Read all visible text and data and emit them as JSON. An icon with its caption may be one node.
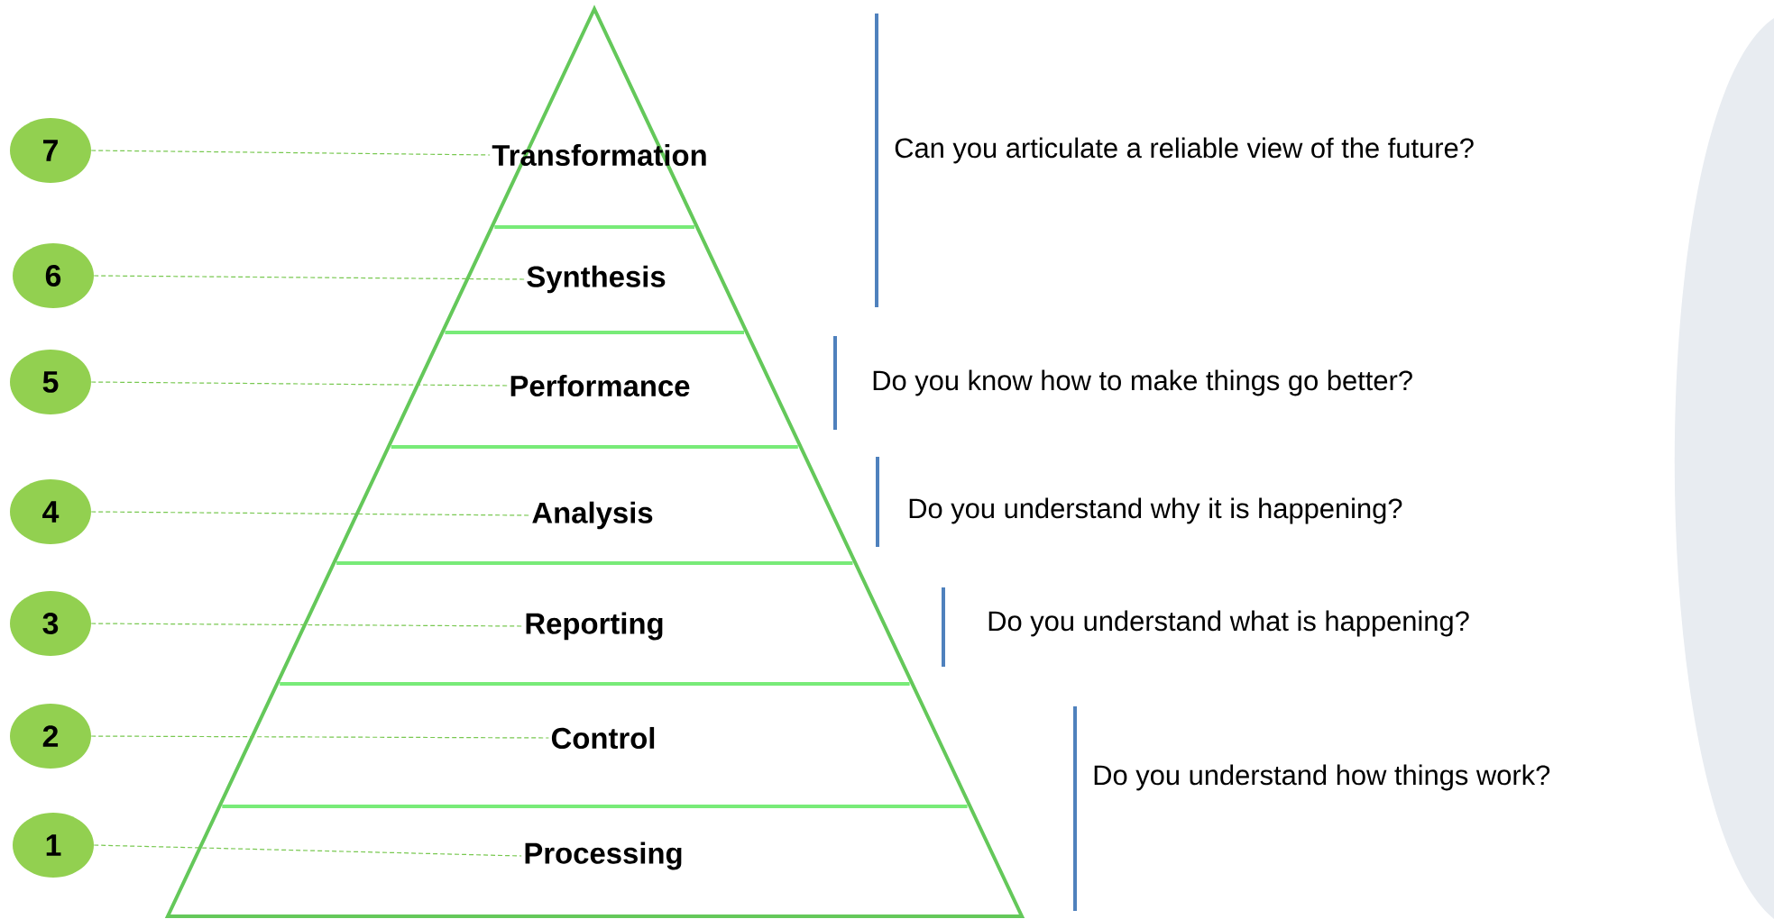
{
  "diagram": {
    "nodes": [
      {
        "text": [
          "7"
        ]
      },
      {
        "text": [
          "Transformation"
        ]
      },
      {
        "text": [
          "6"
        ]
      },
      {
        "text": [
          "Synthesis"
        ]
      },
      {
        "text": [
          "5"
        ]
      },
      {
        "text": [
          "Performance"
        ]
      },
      {
        "text": [
          "4"
        ]
      },
      {
        "text": [
          "Analysis"
        ]
      },
      {
        "text": [
          "3"
        ]
      },
      {
        "text": [
          "Reporting"
        ]
      },
      {
        "text": [
          "2"
        ]
      },
      {
        "text": [
          "Control"
        ]
      },
      {
        "text": [
          "1"
        ]
      },
      {
        "text": [
          "Processing"
        ]
      }
    ],
    "edges": [
      {
        "from": 0,
        "to": 1,
        "arrow": "none",
        "style": "dashed"
      },
      {
        "from": 2,
        "to": 3,
        "arrow": "none",
        "style": "dashed"
      },
      {
        "from": 4,
        "to": 5,
        "arrow": "none",
        "style": "dashed"
      },
      {
        "from": 6,
        "to": 7,
        "arrow": "none",
        "style": "dashed"
      },
      {
        "from": 8,
        "to": 9,
        "arrow": "none",
        "style": "dashed"
      },
      {
        "from": 10,
        "to": 11,
        "arrow": "none",
        "style": "dashed"
      },
      {
        "from": 12,
        "to": 13,
        "arrow": "none",
        "style": "dashed"
      }
    ],
    "labels": [
      "Can you articulate a reliable view of the future?",
      "Do you know how to make things go better?",
      "Do you understand why it is happening?",
      "Do you understand what is happening?",
      "Do you understand how things work?"
    ]
  }
}
